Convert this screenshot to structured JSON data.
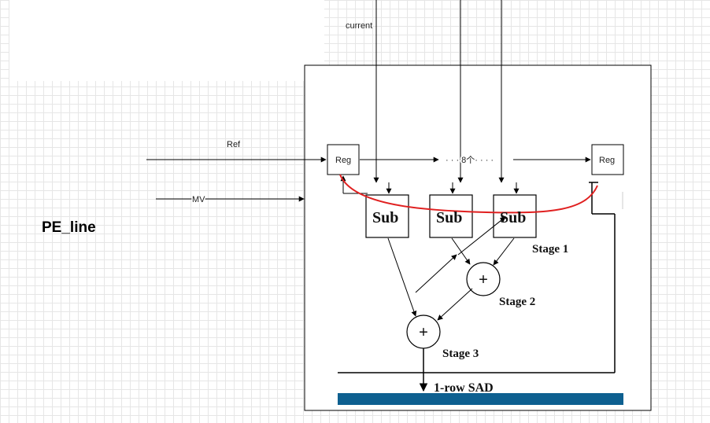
{
  "labels": {
    "current": "current",
    "ref": "Ref",
    "mv": "MV",
    "title": "PE_line",
    "reg_left": "Reg",
    "reg_right": "Reg",
    "dots": "· · · 8个· · · ·",
    "sub1": "Sub",
    "sub2": "Sub",
    "sub3": "Sub",
    "plus1": "+",
    "plus2": "+",
    "stage1": "Stage 1",
    "stage2": "Stage 2",
    "stage3": "Stage 3",
    "output": "1-row SAD"
  },
  "colors": {
    "annotation": "#e02020",
    "bar": "#0e6090",
    "line": "#000000"
  }
}
